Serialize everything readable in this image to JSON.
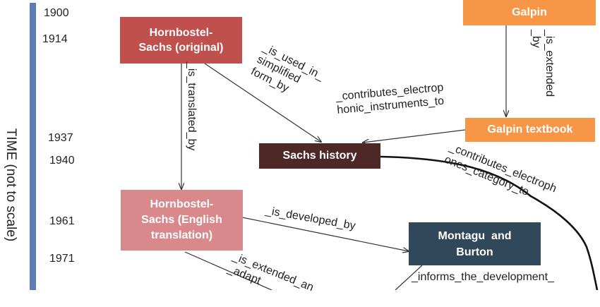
{
  "axis_label": "TIME (not to scale)",
  "years": [
    "1900",
    "1914",
    "1937",
    "1940",
    "1961",
    "1971"
  ],
  "nodes": {
    "hs_original": "Hornbostel-\nSachs (original)",
    "galpin": "Galpin",
    "galpin_textbook": "Galpin textbook",
    "sachs_history": "Sachs history",
    "hs_english": "Hornbostel-\nSachs (English\ntranslation)",
    "montagu_burton": "Montagu  and\nBurton"
  },
  "edges": {
    "is_translated_by": "_is_translated_by",
    "is_used_in": "_is_used_in_\nsimplified\nform_by",
    "contributes_electrophonic": "_contributes_electrop\nhonic_instruments_to",
    "is_extended_by": "_is_extended\n_by",
    "contributes_category": "_contributes_electroph\nones_category_to",
    "is_developed_by": "_is_developed_by",
    "is_extended_and_adapted": "_is_extended_an\n_adapt",
    "informs_development": "_informs_the_development_"
  },
  "colors": {
    "time_bar": "#5f7db5",
    "hs_original": "#c0504d",
    "galpin": "#f79646",
    "galpin_textbook": "#f79646",
    "sachs_history": "#4e2727",
    "hs_english": "#d9898c",
    "montagu_burton": "#31485a"
  }
}
